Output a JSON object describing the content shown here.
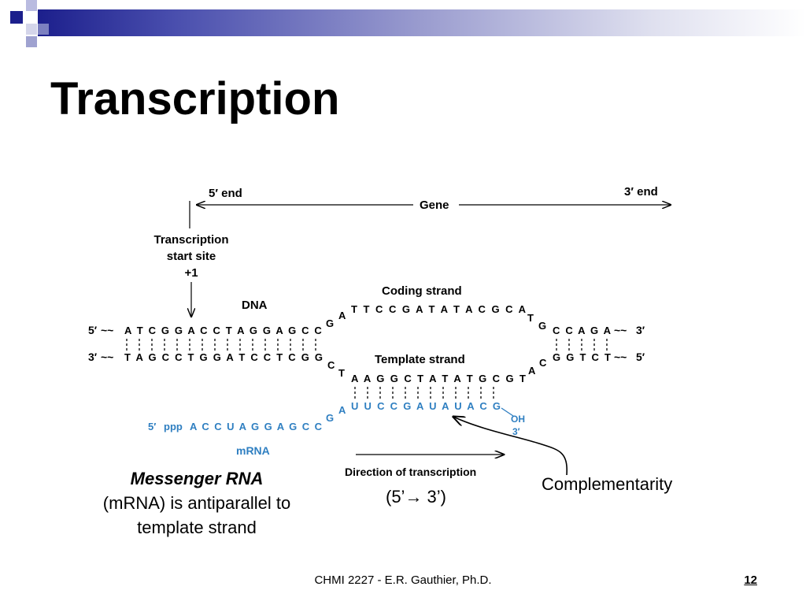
{
  "slide": {
    "title": "Transcription",
    "footer_text": "CHMI 2227 - E.R. Gauthier, Ph.D.",
    "page_number": "12"
  },
  "diagram": {
    "five_prime_end": "5′ end",
    "three_prime_end": "3′ end",
    "gene_label": "Gene",
    "tss_line1": "Transcription",
    "tss_line2": "start site",
    "tss_pos": "+1",
    "dna_label": "DNA",
    "coding_strand_label": "Coding strand",
    "template_strand_label": "Template strand",
    "top_left_5": "5′",
    "top_right_3": "3′",
    "bottom_left_3": "3′",
    "bottom_right_5": "5′",
    "top_left_seq": "A T C G G A C C T A G G A G C C",
    "top_bubble_g": "G",
    "top_bubble_a": "A",
    "top_bubble_seq": "T T C C G A T A T A C G C A",
    "top_bubble_t": "T",
    "top_bubble_g2": "G",
    "top_right_seq": "C C A G A",
    "bottom_left_seq": "T A G C C T G G A T C C T C G G",
    "bottom_bubble_c": "C",
    "bottom_bubble_t": "T",
    "bottom_bubble_seq": "A A G G C T A T A T G C G T",
    "bottom_bubble_a": "A",
    "bottom_bubble_c2": "C",
    "bottom_right_seq": "G G T C T",
    "rna_5": "5′",
    "rna_ppp": "ppp",
    "rna_left_seq": "A C C U A G G A G C C",
    "rna_g": "G",
    "rna_a": "A",
    "rna_bubble_seq": "U U C C G A U A U A C G",
    "rna_oh": "OH",
    "rna_3": "3′",
    "mrna_label": "mRNA",
    "direction_label": "Direction of transcription"
  },
  "captions": {
    "messenger_rna": "Messenger RNA",
    "antiparallel_line1": "(mRNA) is antiparallel to",
    "antiparallel_line2": "template strand",
    "complementarity": "Complementarity",
    "direction": "(5’→ 3’)"
  },
  "colors": {
    "rna_blue": "#2f7fc1",
    "header_dark_blue": "#1c1f8c",
    "header_light_blue": "#9a9ccf"
  }
}
